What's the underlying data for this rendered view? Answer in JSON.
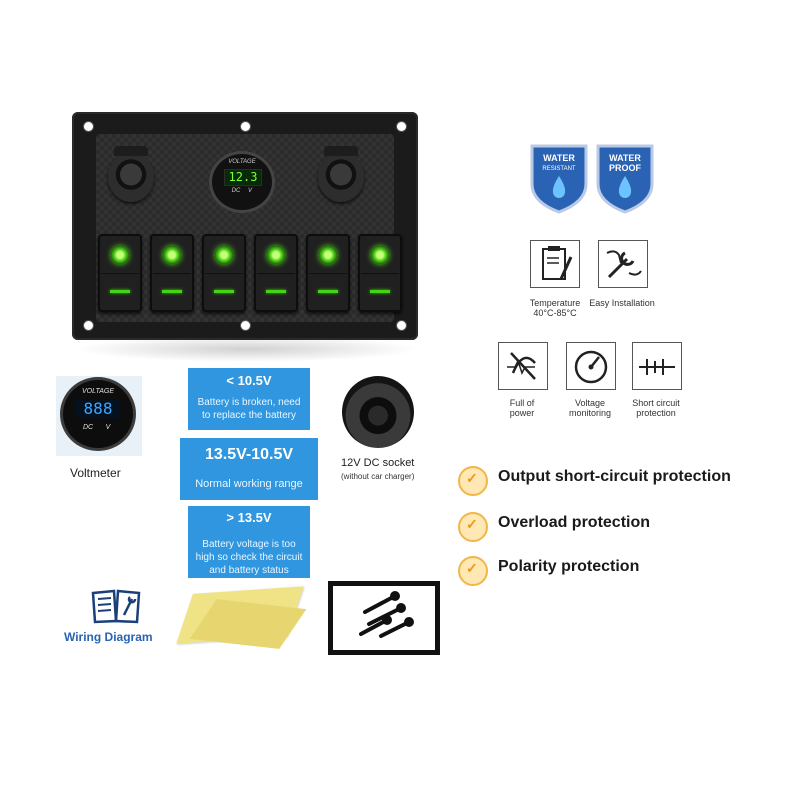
{
  "panel": {
    "voltage_label": "VOLTAGE",
    "voltage_value": "12.3",
    "dc_label": "DC",
    "v_label": "V",
    "switch_count": 6,
    "led_color": "#4fd11b"
  },
  "voltmeter": {
    "face_label": "VOLTAGE",
    "digits": "888",
    "dc_label": "DC",
    "v_label": "V",
    "caption": "Voltmeter",
    "digit_color": "#3ea6ff"
  },
  "voltage_ranges": [
    {
      "head": "< 10.5V",
      "desc_line1": "Battery is broken, need",
      "desc_line2": "to replace the battery"
    },
    {
      "head": "13.5V-10.5V",
      "desc_line1": "Normal working range",
      "desc_line2": ""
    },
    {
      "head": "> 13.5V",
      "desc_line1": "Battery voltage is too",
      "desc_line2": "high so check the circuit",
      "desc_line3": "and battery status"
    }
  ],
  "dc_socket": {
    "label": "12V DC socket",
    "sub": "(without car charger)"
  },
  "wiring": {
    "label": "Wiring Diagram"
  },
  "badges": [
    {
      "line1": "WATER",
      "line2": "RESISTANT",
      "icon": "water-drop-icon"
    },
    {
      "line1": "WATER",
      "line2": "PROOF",
      "icon": "water-drop-icon"
    }
  ],
  "features_row1": [
    {
      "label_line1": "Temperature",
      "label_line2": "40°C-85°C",
      "icon": "clipboard-thermometer-icon"
    },
    {
      "label_line1": "Easy Installation",
      "label_line2": "",
      "icon": "wrench-hand-icon"
    }
  ],
  "features_row2": [
    {
      "label_line1": "Full of",
      "label_line2": "power",
      "icon": "power-pulse-icon"
    },
    {
      "label_line1": "Voltage",
      "label_line2": "monitoring",
      "icon": "gauge-icon"
    },
    {
      "label_line1": "Short circuit",
      "label_line2": "protection",
      "icon": "circuit-icon"
    }
  ],
  "protections": [
    {
      "text": "Output short-circuit protection"
    },
    {
      "text": "Overload protection"
    },
    {
      "text": "Polarity protection"
    }
  ],
  "colors": {
    "range_box_blue": "#2f96df",
    "badge_blue": "#2a63b4",
    "wiring_label_blue": "#2a63b4",
    "protection_orange": "#f2b646"
  }
}
